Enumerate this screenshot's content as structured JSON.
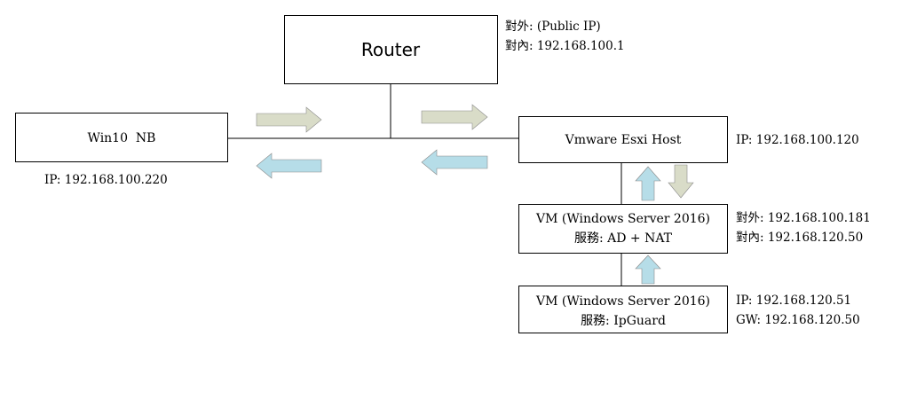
{
  "colors": {
    "arrow_green": "#d9dcc8",
    "arrow_blue": "#b6dde8",
    "line": "#000000",
    "box_fill": "#ffffff"
  },
  "nodes": {
    "router": {
      "label": "Router",
      "note_line1": "對外: (Public IP)",
      "note_line2": "對內: 192.168.100.1"
    },
    "win10": {
      "label": "Win10  NB",
      "note": "IP: 192.168.100.220"
    },
    "esxi": {
      "label": "Vmware Esxi Host",
      "note": "IP: 192.168.100.120"
    },
    "vm_ad_nat": {
      "line1": "VM (Windows Server 2016)",
      "line2": "服務: AD + NAT",
      "note_line1": "對外: 192.168.100.181",
      "note_line2": "對內: 192.168.120.50"
    },
    "vm_ipguard": {
      "line1": "VM (Windows Server 2016)",
      "line2": "服務: IpGuard",
      "note_line1": "IP: 192.168.120.51",
      "note_line2": "GW: 192.168.120.50"
    }
  },
  "arrows": [
    {
      "id": "win10-right",
      "direction": "right",
      "color": "arrow_green"
    },
    {
      "id": "win10-left",
      "direction": "left",
      "color": "arrow_blue"
    },
    {
      "id": "esxi-right",
      "direction": "right",
      "color": "arrow_green"
    },
    {
      "id": "esxi-left",
      "direction": "left",
      "color": "arrow_blue"
    },
    {
      "id": "esxi-up",
      "direction": "up",
      "color": "arrow_blue"
    },
    {
      "id": "esxi-down",
      "direction": "down",
      "color": "arrow_green"
    },
    {
      "id": "vm-up",
      "direction": "up",
      "color": "arrow_blue"
    }
  ]
}
